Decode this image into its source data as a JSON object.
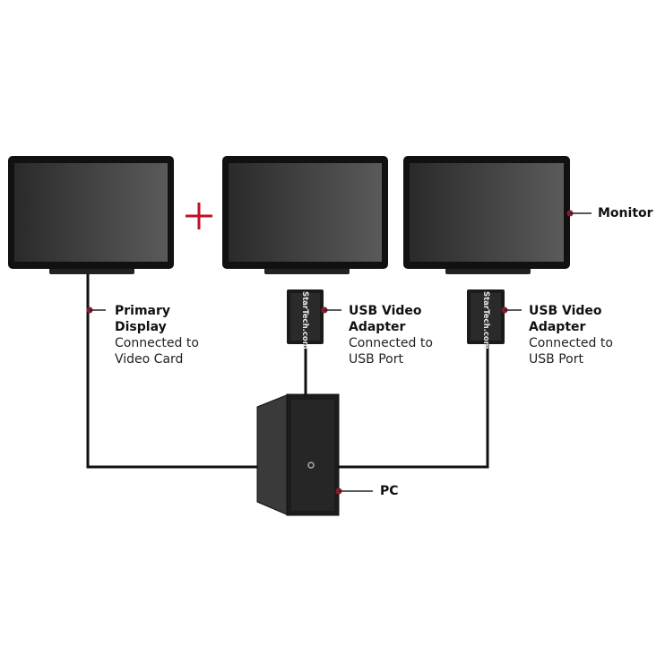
{
  "plus_sign": "+",
  "colors": {
    "accent": "#c0102a",
    "callout_dot": "#8b1a2e",
    "cable": "#111111"
  },
  "labels": {
    "monitor": "Monitor",
    "primary": {
      "title_line1": "Primary",
      "title_line2": "Display",
      "desc_line1": "Connected to",
      "desc_line2": "Video Card"
    },
    "adapter1": {
      "title_line1": "USB Video",
      "title_line2": "Adapter",
      "desc_line1": "Connected to",
      "desc_line2": "USB Port"
    },
    "adapter2": {
      "title_line1": "USB Video",
      "title_line2": "Adapter",
      "desc_line1": "Connected to",
      "desc_line2": "USB Port"
    },
    "pc": "PC"
  },
  "adapter_brand": "StarTech.com"
}
